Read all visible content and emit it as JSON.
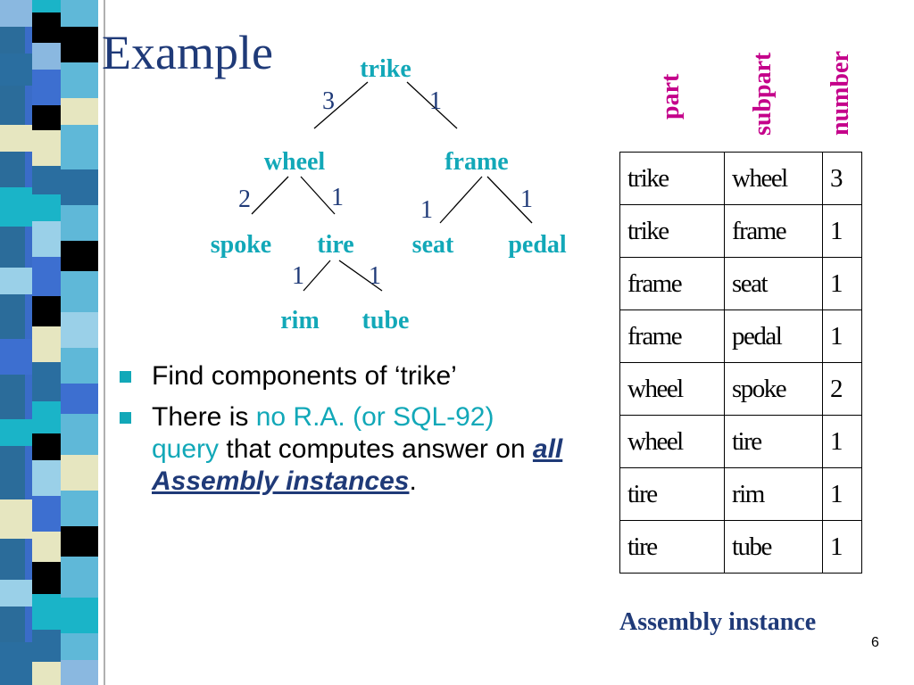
{
  "slide": {
    "title": "Example",
    "page_number": "6"
  },
  "tree": {
    "nodes": {
      "trike": "trike",
      "wheel": "wheel",
      "frame": "frame",
      "spoke": "spoke",
      "tire": "tire",
      "seat": "seat",
      "pedal": "pedal",
      "rim": "rim",
      "tube": "tube"
    },
    "counts": {
      "trike_wheel": "3",
      "trike_frame": "1",
      "wheel_spoke": "2",
      "wheel_tire": "1",
      "frame_seat": "1",
      "frame_pedal": "1",
      "tire_rim": "1",
      "tire_tube": "1"
    }
  },
  "table": {
    "columns": [
      "part",
      "subpart",
      "number"
    ],
    "rows": [
      [
        "trike",
        "wheel",
        "3"
      ],
      [
        "trike",
        "frame",
        "1"
      ],
      [
        "frame",
        "seat",
        "1"
      ],
      [
        "frame",
        "pedal",
        "1"
      ],
      [
        "wheel",
        "spoke",
        "2"
      ],
      [
        "wheel",
        "tire",
        "1"
      ],
      [
        "tire",
        "rim",
        "1"
      ],
      [
        "tire",
        "tube",
        "1"
      ]
    ],
    "caption": "Assembly instance"
  },
  "bullets": {
    "b1": "Find components of ‘trike’",
    "b2_pre": "There is ",
    "b2_hl": "no R.A. (or SQL-92) query",
    "b2_mid": " that computes answer on ",
    "b2_em": "all Assembly instances",
    "b2_post": "."
  },
  "colors": {
    "stripe": [
      "#2a6ea0",
      "#3d6fd0",
      "#e6e6c0",
      "#000000",
      "#1ab4c8",
      "#9ad0e8",
      "#ffffff"
    ]
  }
}
